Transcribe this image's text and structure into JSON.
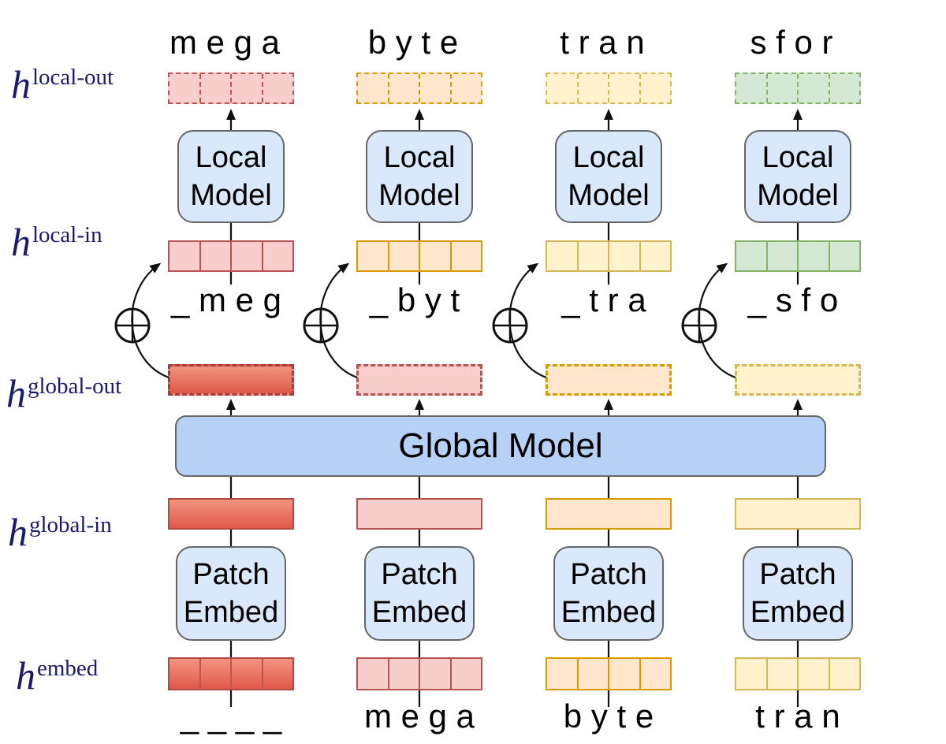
{
  "figure": {
    "description": "MegaByte-style architecture diagram with Patch Embed, Global Model and per-patch Local Models",
    "background": "#ffffff"
  },
  "side_labels": [
    {
      "base": "h",
      "sup": "local-out"
    },
    {
      "base": "h",
      "sup": "local-in"
    },
    {
      "base": "h",
      "sup": "global-out"
    },
    {
      "base": "h",
      "sup": "global-in"
    },
    {
      "base": "h",
      "sup": "embed"
    }
  ],
  "global_model": {
    "label": "Global Model"
  },
  "columns": [
    {
      "top_text": "m e g a",
      "local_model_label": "Local Model",
      "local_in_text": "_ m e g",
      "patch_embed_label": "Patch Embed",
      "bottom_text": "_ _ _ _"
    },
    {
      "top_text": "b y t e",
      "local_model_label": "Local Model",
      "local_in_text": "_ b y t",
      "patch_embed_label": "Patch Embed",
      "bottom_text": "m e g a"
    },
    {
      "top_text": "t r a n",
      "local_model_label": "Local Model",
      "local_in_text": "_ t r a",
      "patch_embed_label": "Patch Embed",
      "bottom_text": "b y t e"
    },
    {
      "top_text": "s f o r",
      "local_model_label": "Local Model",
      "local_in_text": "_ s f o",
      "patch_embed_label": "Patch Embed",
      "bottom_text": "t r a n"
    }
  ],
  "icons": {
    "add_icon": "circled-plus",
    "arrow_icon": "solid-triangle-arrowhead"
  },
  "palette": {
    "label_navy": "#1b1b6e",
    "model_blue_fill": "#dae8fc",
    "global_bar_fill": "#b7d0f5",
    "gray_stroke": "#666666",
    "hot_red_gradient_top": "#f2947f",
    "hot_red_gradient_bottom": "#e0584a",
    "hot_red_stroke": "#9e4038",
    "pink_fill": "#f8cecc",
    "pink_stroke": "#b85450",
    "orange_fill": "#ffe6cc",
    "orange_stroke": "#d79b00",
    "yellow_fill": "#fff2cc",
    "yellow_stroke": "#d6b656",
    "green_fill": "#d5e8d4",
    "green_stroke": "#82b366",
    "line_black": "#111111"
  }
}
